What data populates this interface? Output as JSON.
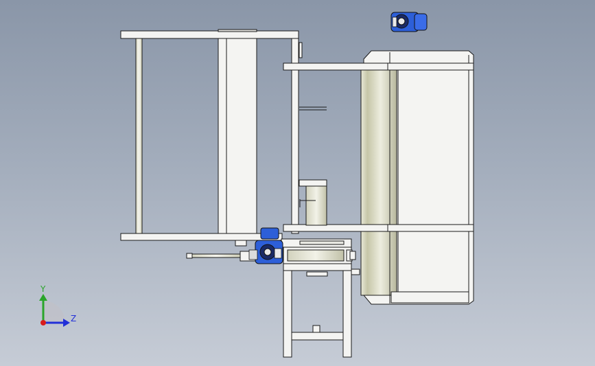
{
  "triad": {
    "y_label": "Y",
    "z_label": "Z",
    "y_color": "#2aa52a",
    "z_color": "#2230d8",
    "x_color": "#d81c1c"
  },
  "colors": {
    "background_top": "#8a96a8",
    "background_bottom": "#c6ccd6",
    "part_fill": "#f4f4f2",
    "edge": "#1a1a1a",
    "cylinder_shade": "#c9c9b0",
    "motor_blue": "#2d5fd8",
    "motor_dark": "#1a2a66"
  },
  "parts": [
    "frame-top-beam",
    "frame-bottom-beam",
    "frame-left-rod",
    "frame-center-column",
    "frame-right-post",
    "hopper-top-beam",
    "hopper-mid-beam",
    "hopper-body",
    "drum-cylinder",
    "vertical-tube",
    "support-stand",
    "actuator-rod",
    "carriage-cylinder",
    "gear-motor-lower",
    "gear-motor-upper"
  ]
}
